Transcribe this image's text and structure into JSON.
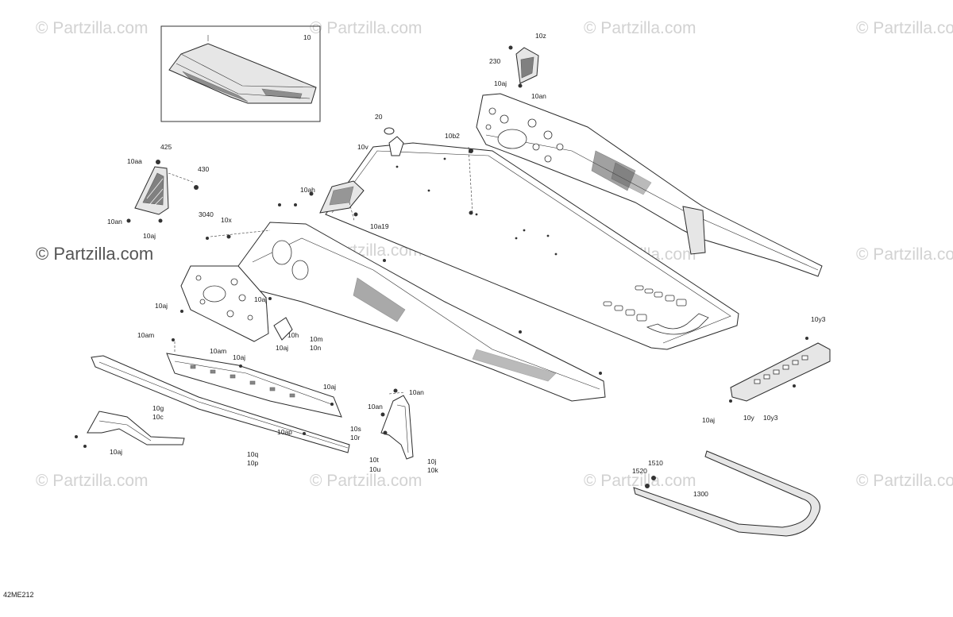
{
  "watermarks": [
    "© Partzilla.com",
    "© Partzilla.com",
    "© Partzilla.com",
    "© Partzilla.com",
    "© Partzilla.com",
    "© Partzilla.com",
    "© Partzilla.com",
    "© Partzilla.com",
    "© Partzilla.com",
    "© Partzilla.com",
    "© Partzilla.com",
    "© Partzilla.com"
  ],
  "inset_label": "10",
  "diagram_code": "42ME212",
  "callouts": {
    "c10z": "10z",
    "c230": "230",
    "c10aj_a": "10aj",
    "c10an_a": "10an",
    "c20": "20",
    "c10b2": "10b2",
    "c10v": "10v",
    "c10ah": "10ah",
    "c10a19": "10a19",
    "c425": "425",
    "c10aa": "10aa",
    "c430": "430",
    "c10an_b": "10an",
    "c10aj_b": "10aj",
    "c3040": "3040",
    "c10x": "10x",
    "c10aj_c": "10aj",
    "c10aj_d": "10aj",
    "c10h": "10h",
    "c10m": "10m",
    "c10n": "10n",
    "c10aj_e": "10aj",
    "c10am_a": "10am",
    "c10am_b": "10am",
    "c10aj_f": "10aj",
    "c10aj_g": "10aj",
    "c10g": "10g",
    "c10c": "10c",
    "c10aj_h": "10aj",
    "c10s": "10s",
    "c10r": "10r",
    "c10ap": "10ap",
    "c10q": "10q",
    "c10p": "10p",
    "c10an_c": "10an",
    "c10an_d": "10an",
    "c10t": "10t",
    "c10u": "10u",
    "c10j": "10j",
    "c10k": "10k",
    "c10y3_a": "10y3",
    "c10aj_i": "10aj",
    "c10y": "10y",
    "c10y3_b": "10y3",
    "c1510": "1510",
    "c1520": "1520",
    "c1300": "1300"
  }
}
